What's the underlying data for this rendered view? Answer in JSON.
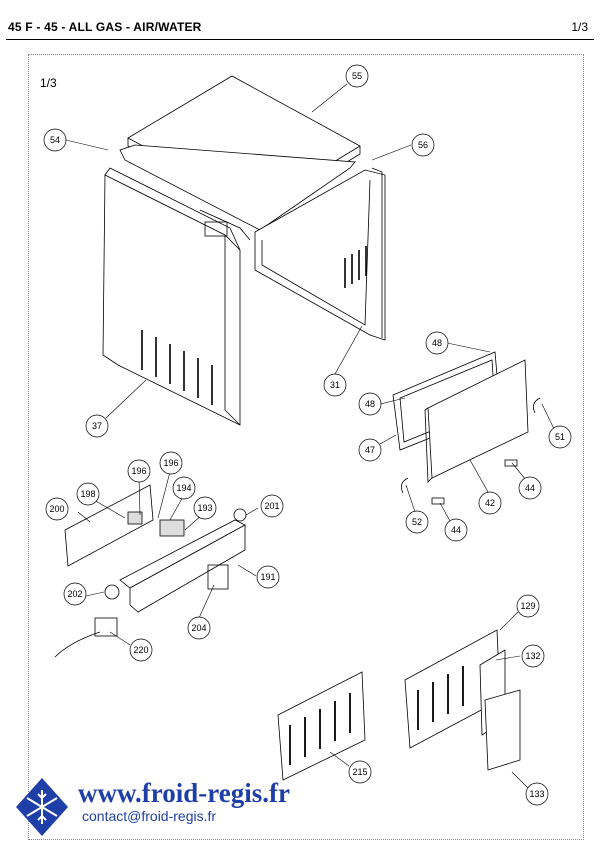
{
  "header": {
    "title": "45 F - 45 -  ALL GAS - AIR/WATER",
    "page": "1/3"
  },
  "sheet": {
    "page": "1/3"
  },
  "callouts": {
    "c55": "55",
    "c54": "54",
    "c56": "56",
    "c31": "31",
    "c37": "37",
    "c48a": "48",
    "c48b": "48",
    "c47": "47",
    "c42": "42",
    "c51": "51",
    "c44a": "44",
    "c52": "52",
    "c44b": "44",
    "c196a": "196",
    "c196b": "196",
    "c198": "198",
    "c194": "194",
    "c200": "200",
    "c193": "193",
    "c201": "201",
    "c191": "191",
    "c202": "202",
    "c204": "204",
    "c220": "220",
    "c129": "129",
    "c132": "132",
    "c215": "215",
    "c133": "133"
  },
  "footer": {
    "url": "www.froid-regis.fr",
    "email": "contact@froid-regis.fr"
  },
  "icons": {
    "logo": "snowflake-logo-icon"
  },
  "colors": {
    "brand_blue": "#1f3fa8",
    "line": "#000000"
  }
}
